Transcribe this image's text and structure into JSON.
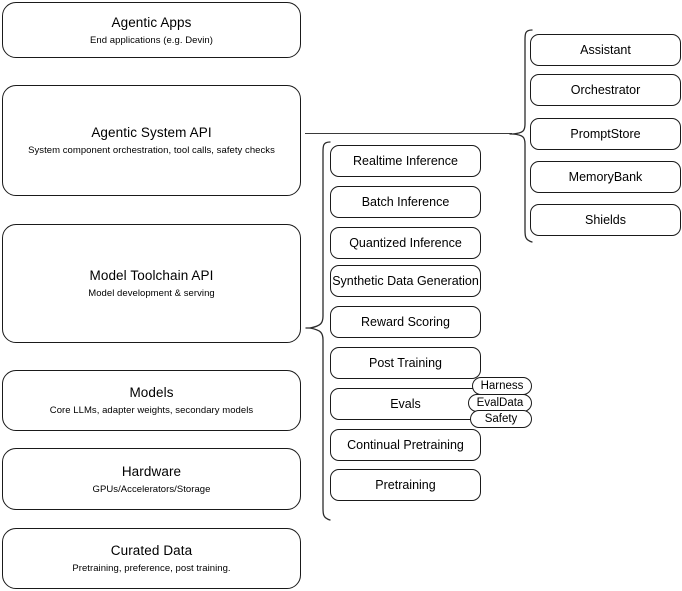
{
  "diagram": {
    "type": "layered-stack-architecture",
    "background_color": "#ffffff",
    "stroke_color": "#1a1a1a",
    "layers": [
      {
        "id": "agentic-apps",
        "title": "Agentic Apps",
        "subtitle": "End applications (e.g. Devin)"
      },
      {
        "id": "agentic-system-api",
        "title": "Agentic System API",
        "subtitle": "System component orchestration, tool calls, safety checks"
      },
      {
        "id": "model-toolchain-api",
        "title": "Model Toolchain API",
        "subtitle": "Model development & serving"
      },
      {
        "id": "models",
        "title": "Models",
        "subtitle": "Core LLMs, adapter weights, secondary models"
      },
      {
        "id": "hardware",
        "title": "Hardware",
        "subtitle": "GPUs/Accelerators/Storage"
      },
      {
        "id": "curated-data",
        "title": "Curated Data",
        "subtitle": "Pretraining, preference, post training."
      }
    ],
    "toolchain_components": [
      {
        "id": "realtime-inference",
        "label": "Realtime Inference"
      },
      {
        "id": "batch-inference",
        "label": "Batch Inference"
      },
      {
        "id": "quantized-inference",
        "label": "Quantized Inference"
      },
      {
        "id": "synthetic-data-generation",
        "label": "Synthetic Data Generation"
      },
      {
        "id": "reward-scoring",
        "label": "Reward Scoring"
      },
      {
        "id": "post-training",
        "label": "Post Training"
      },
      {
        "id": "evals",
        "label": "Evals"
      },
      {
        "id": "continual-pretraining",
        "label": "Continual Pretraining"
      },
      {
        "id": "pretraining",
        "label": "Pretraining"
      }
    ],
    "evals_badges": [
      {
        "id": "harness",
        "label": "Harness"
      },
      {
        "id": "evaldata",
        "label": "EvalData"
      },
      {
        "id": "safety",
        "label": "Safety"
      }
    ],
    "system_components": [
      {
        "id": "assistant",
        "label": "Assistant"
      },
      {
        "id": "orchestrator",
        "label": "Orchestrator"
      },
      {
        "id": "promptstore",
        "label": "PromptStore"
      },
      {
        "id": "memorybank",
        "label": "MemoryBank"
      },
      {
        "id": "shields",
        "label": "Shields"
      }
    ]
  }
}
